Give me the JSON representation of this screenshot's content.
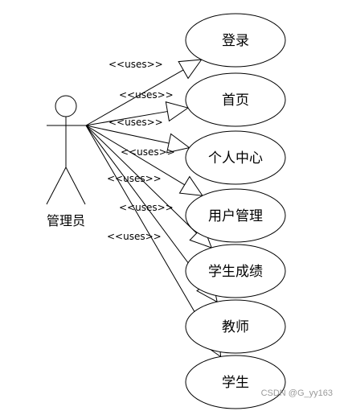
{
  "actor": {
    "label": "管理员"
  },
  "use_cases": [
    {
      "label": "登录"
    },
    {
      "label": "首页"
    },
    {
      "label": "个人中心"
    },
    {
      "label": "用户管理"
    },
    {
      "label": "学生成绩"
    },
    {
      "label": "教师"
    },
    {
      "label": "学生"
    }
  ],
  "relation_label": "<<uses>>",
  "watermark": "CSDN @G_yy163"
}
